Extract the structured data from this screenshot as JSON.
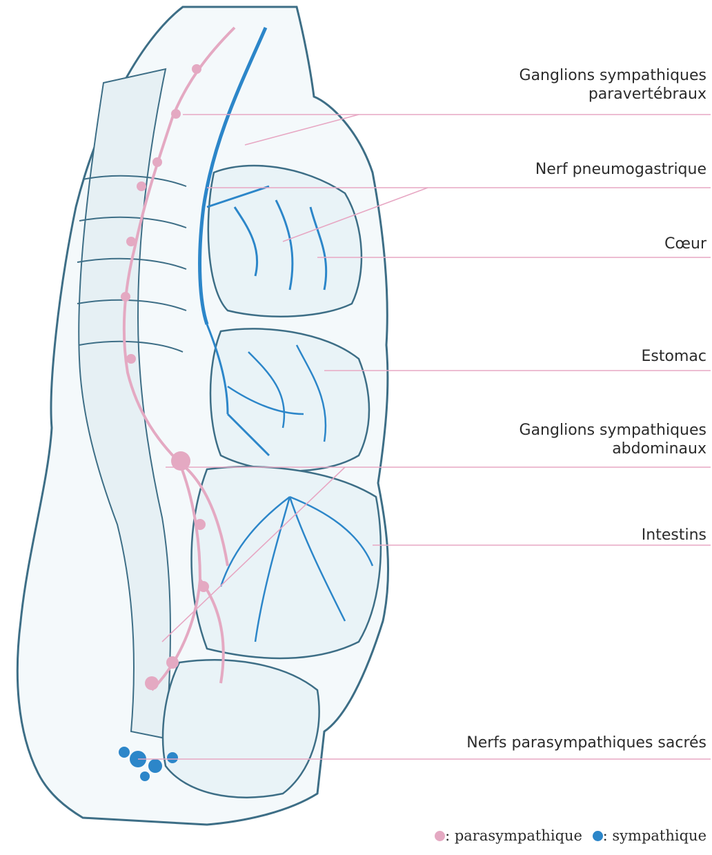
{
  "labels": [
    {
      "id": "ganglions-paravertebraux",
      "lines": [
        "Ganglions sympathiques",
        "paravertébraux"
      ]
    },
    {
      "id": "nerf-pneumogastrique",
      "lines": [
        "Nerf pneumogastrique"
      ]
    },
    {
      "id": "coeur",
      "lines": [
        "Cœur"
      ]
    },
    {
      "id": "estomac",
      "lines": [
        "Estomac"
      ]
    },
    {
      "id": "ganglions-abdominaux",
      "lines": [
        "Ganglions sympathiques",
        "abdominaux"
      ]
    },
    {
      "id": "intestins",
      "lines": [
        "Intestins"
      ]
    },
    {
      "id": "nerfs-sacres",
      "lines": [
        "Nerfs parasympathiques sacrés"
      ]
    }
  ],
  "legend": {
    "parasympathique": ": parasympathique",
    "sympathique": ": sympathique"
  },
  "colors": {
    "outline": "#3d6e86",
    "sympathetic": "#2c86c9",
    "parasympathetic": "#e4a9c2",
    "leader": "#e7a7c3",
    "tissue": "#e9f3f7"
  }
}
